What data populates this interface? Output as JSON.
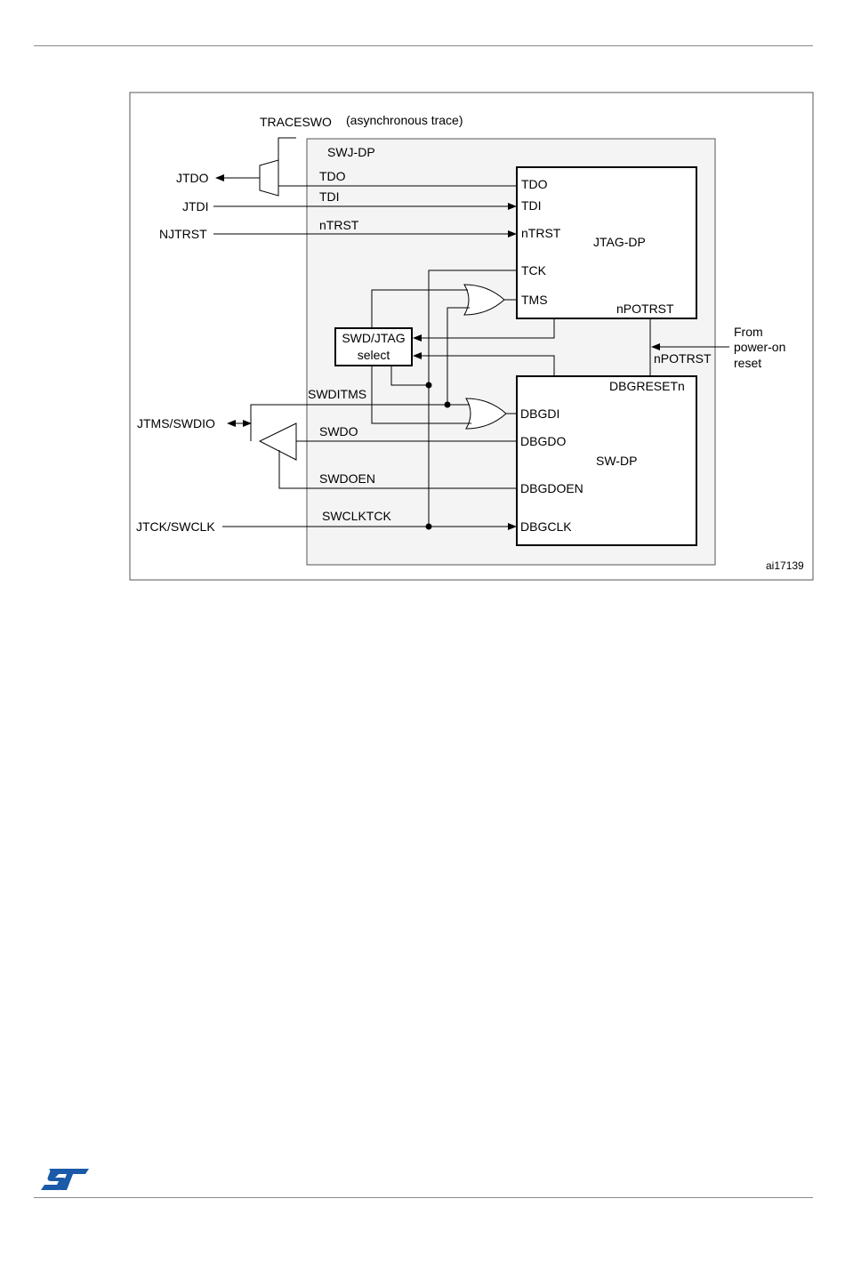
{
  "labels": {
    "traceswo": "TRACESWO",
    "async_trace": "(asynchronous trace)",
    "swj_dp": "SWJ-DP",
    "jtdo": "JTDO",
    "jtdi": "JTDI",
    "njtrst": "NJTRST",
    "tdo": "TDO",
    "tdi": "TDI",
    "ntrst": "nTRST",
    "jtag_dp": "JTAG-DP",
    "jtag_tdo": "TDO",
    "jtag_tdi": "TDI",
    "jtag_ntrst": "nTRST",
    "jtag_tck": "TCK",
    "jtag_tms": "TMS",
    "jtag_npotrst": "nPOTRST",
    "select_line1": "SWD/JTAG",
    "select_line2": "select",
    "npotrst": "nPOTRST",
    "from_line1": "From",
    "from_line2": "power-on",
    "from_line3": "reset",
    "dbgresetn": "DBGRESETn",
    "swditms": "SWDITMS",
    "jtms_swdio": "JTMS/SWDIO",
    "swdo": "SWDO",
    "swdoen": "SWDOEN",
    "swclktck": "SWCLKTCK",
    "jtck_swclk": "JTCK/SWCLK",
    "sw_dp": "SW-DP",
    "dbgdi": "DBGDI",
    "dbgdo": "DBGDO",
    "dbgdoen": "DBGDOEN",
    "dbgclk": "DBGCLK",
    "figure_id": "ai17139"
  },
  "colors": {
    "swj_fill": "#f4f4f4",
    "border": "#555555",
    "line": "#000000",
    "logo": "#1a5aa8"
  },
  "icons": {
    "logo": "st-logo-icon"
  }
}
